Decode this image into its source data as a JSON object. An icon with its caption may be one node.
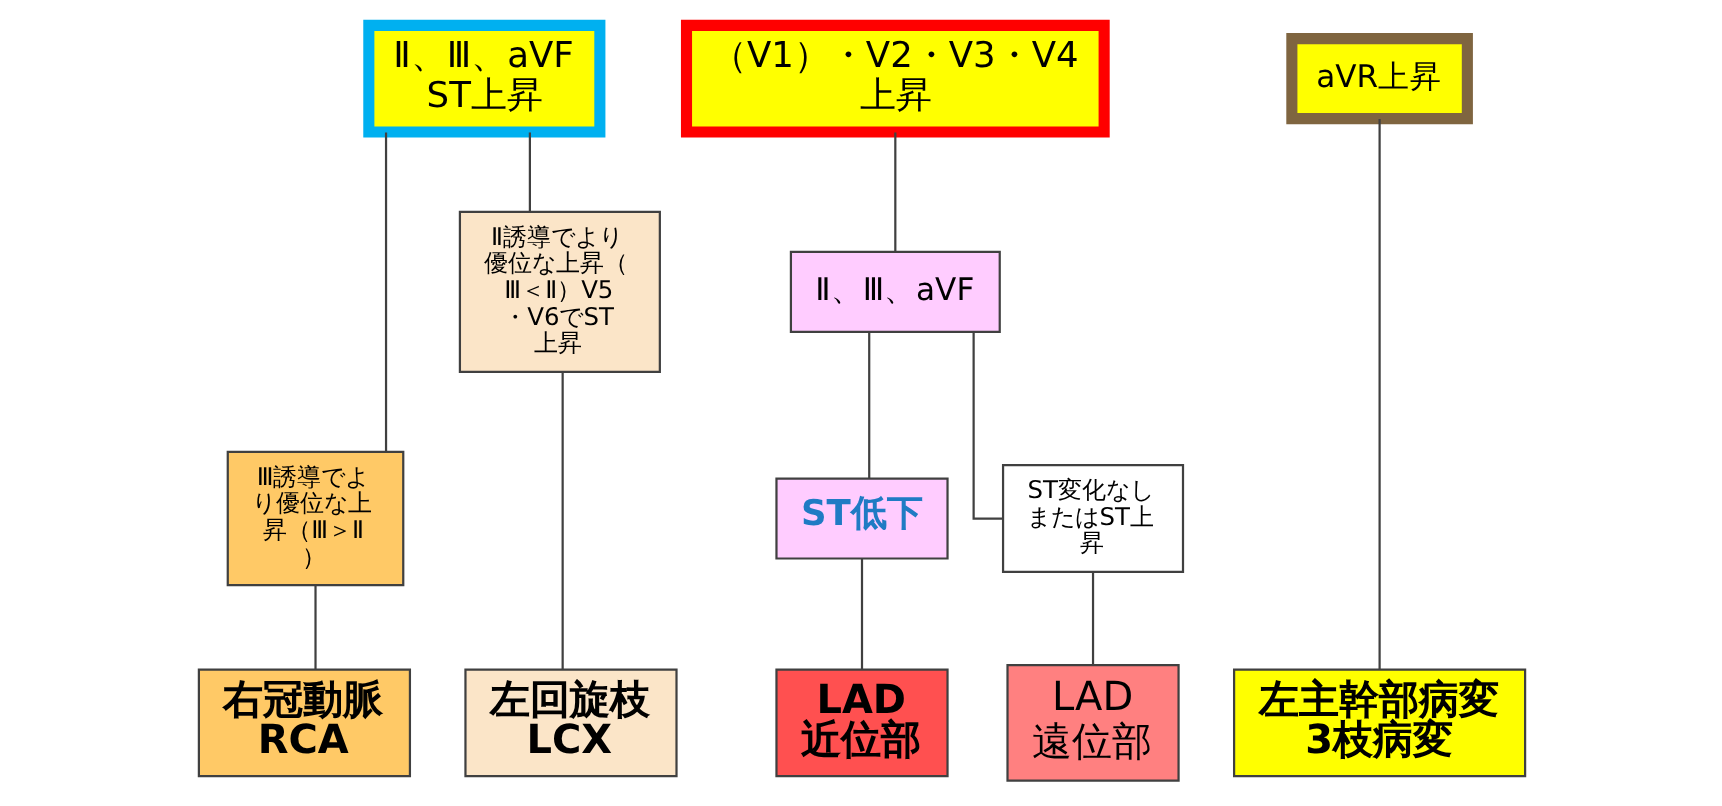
{
  "diagram": {
    "nodes": [
      {
        "text": [
          "Ⅱ、Ⅲ、aVF ST上昇"
        ]
      },
      {
        "text": [
          "Ⅲ誘導でより優位な上昇（Ⅲ＞Ⅱ）"
        ]
      },
      {
        "text": [
          "Ⅱ誘導でより優位な上昇（Ⅲ＜Ⅱ）V5・V6でST上昇"
        ]
      },
      {
        "text": [
          "右冠動脈 RCA"
        ]
      },
      {
        "text": [
          "左回旋枝 LCX"
        ]
      },
      {
        "text": [
          "（V1）・V2・V3・V4 上昇"
        ]
      },
      {
        "text": [
          "Ⅱ、Ⅲ、aVF"
        ]
      },
      {
        "text": [
          "ST低下"
        ]
      },
      {
        "text": [
          "ST変化なしまたはST上昇"
        ]
      },
      {
        "text": [
          "LAD 近位部"
        ]
      },
      {
        "text": [
          "LAD 遠位部"
        ]
      },
      {
        "text": [
          "aVR上昇"
        ]
      },
      {
        "text": [
          "左主幹部病変 3枝病変"
        ]
      }
    ],
    "edges": [
      {
        "from": 0,
        "to": 1,
        "arrow": "none"
      },
      {
        "from": 0,
        "to": 2,
        "arrow": "none"
      },
      {
        "from": 1,
        "to": 3,
        "arrow": "none"
      },
      {
        "from": 2,
        "to": 4,
        "arrow": "none"
      },
      {
        "from": 5,
        "to": 6,
        "arrow": "none"
      },
      {
        "from": 6,
        "to": 7,
        "arrow": "none"
      },
      {
        "from": 6,
        "to": 8,
        "arrow": "none"
      },
      {
        "from": 7,
        "to": 9,
        "arrow": "none"
      },
      {
        "from": 8,
        "to": 10,
        "arrow": "none"
      },
      {
        "from": 11,
        "to": 12,
        "arrow": "none"
      }
    ]
  }
}
